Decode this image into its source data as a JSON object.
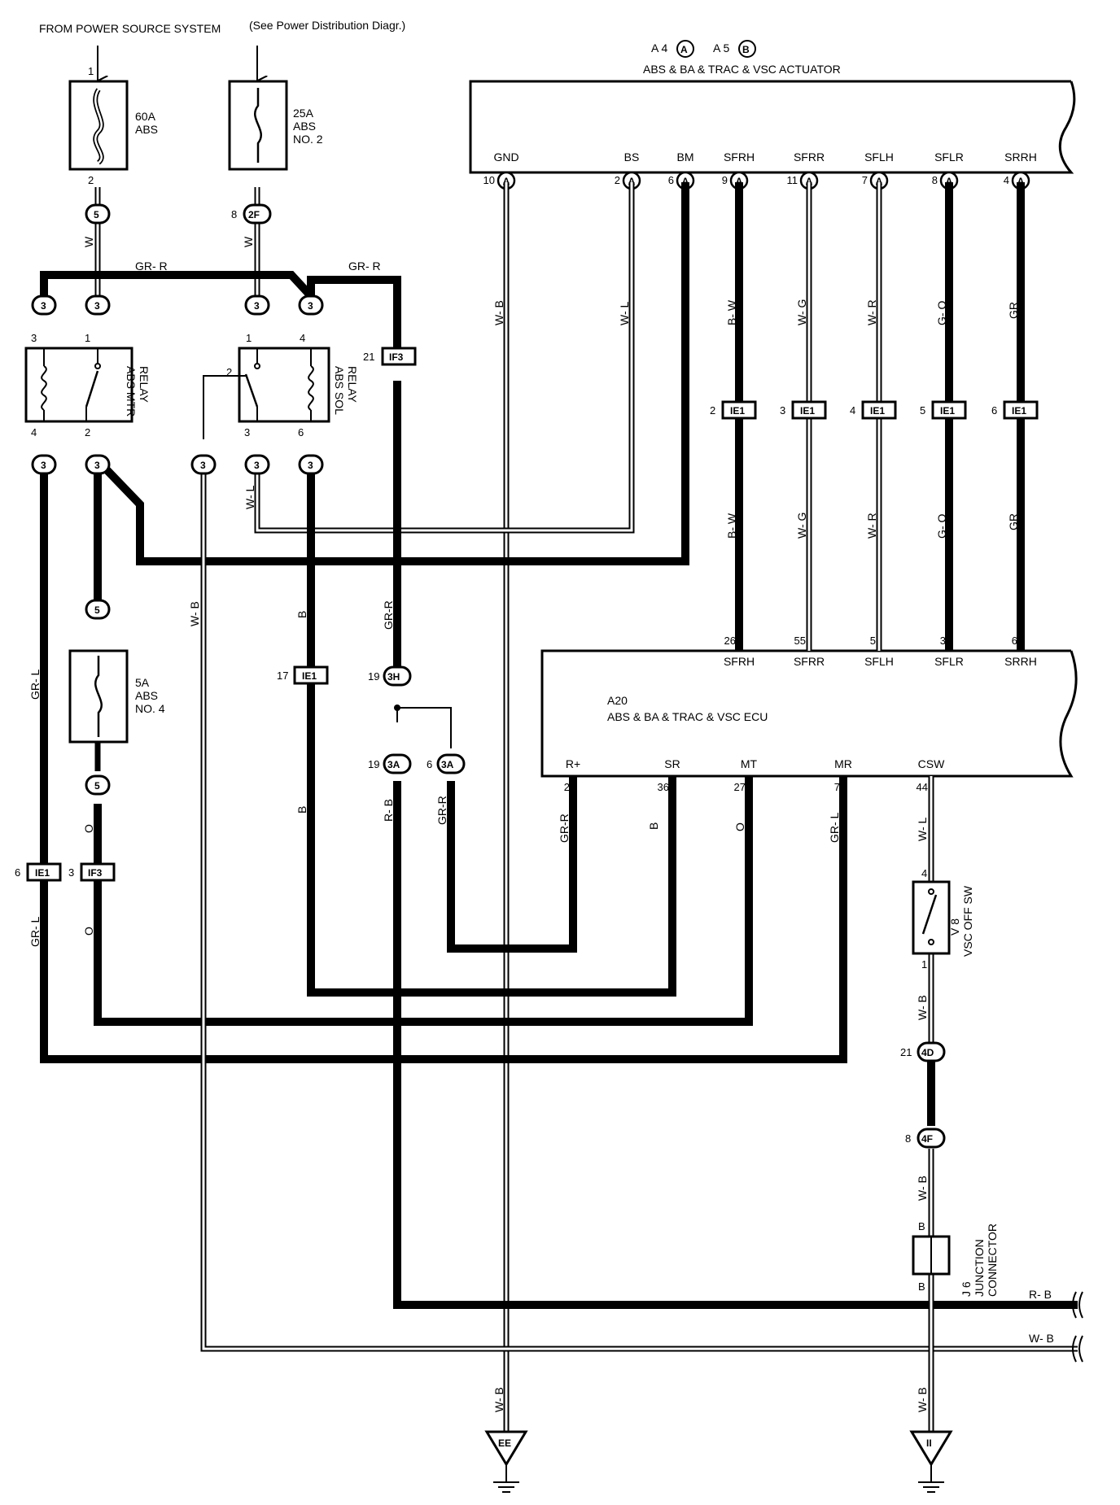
{
  "header": {
    "source": "FROM POWER SOURCE SYSTEM",
    "see": "(See Power Distribution Diagr.)"
  },
  "actuator": {
    "conn_a_label": "A 4",
    "conn_a": "A",
    "conn_b_label": "A 5",
    "conn_b": "B",
    "name": "ABS & BA & TRAC & VSC ACTUATOR",
    "pins": [
      {
        "name": "GND",
        "pin": "10"
      },
      {
        "name": "BS",
        "pin": "2"
      },
      {
        "name": "BM",
        "pin": "6"
      },
      {
        "name": "SFRH",
        "pin": "9"
      },
      {
        "name": "SFRR",
        "pin": "11"
      },
      {
        "name": "SFLH",
        "pin": "7"
      },
      {
        "name": "SFLR",
        "pin": "8"
      },
      {
        "name": "SRRH",
        "pin": "4"
      }
    ]
  },
  "ecu": {
    "id": "A20",
    "name": "ABS & BA & TRAC & VSC ECU",
    "top_pins": [
      {
        "name": "SFRH",
        "pin": "26"
      },
      {
        "name": "SFRR",
        "pin": "55"
      },
      {
        "name": "SFLH",
        "pin": "5"
      },
      {
        "name": "SFLR",
        "pin": "3"
      },
      {
        "name": "SRRH",
        "pin": "6"
      }
    ],
    "bottom_pins": [
      {
        "name": "R+",
        "pin": "2"
      },
      {
        "name": "SR",
        "pin": "36"
      },
      {
        "name": "MT",
        "pin": "27"
      },
      {
        "name": "MR",
        "pin": "7"
      },
      {
        "name": "CSW",
        "pin": "44"
      }
    ]
  },
  "fuses": [
    {
      "rating": "60A",
      "name": "ABS",
      "name2": ""
    },
    {
      "rating": "25A",
      "name": "ABS",
      "name2": "NO. 2"
    },
    {
      "rating": "5A",
      "name": "ABS",
      "name2": "NO. 4"
    }
  ],
  "relays": {
    "mtr": {
      "line1": "ABS MTR",
      "line2": "RELAY"
    },
    "sol": {
      "line1": "ABS SOL",
      "line2": "RELAY"
    }
  },
  "switch": {
    "id": "V 8",
    "name": "VSC OFF SW"
  },
  "junction": {
    "id": "J 6",
    "line1": "JUNCTION",
    "line2": "CONNECTOR",
    "pin": "B"
  },
  "grounds": [
    "EE",
    "II"
  ],
  "connectors": {
    "c5": "5",
    "c2F": "2F",
    "c3": "3",
    "cIF3": "IF3",
    "cIE1": "IE1",
    "c3H": "3H",
    "c3A": "3A",
    "c4D": "4D",
    "c4F": "4F"
  },
  "pin_numbers": {
    "p1": "1",
    "p2": "2",
    "p3": "3",
    "p4": "4",
    "p5": "5",
    "p6": "6",
    "p8": "8",
    "p17": "17",
    "p19": "19",
    "p21": "21"
  },
  "wires": {
    "W": "W",
    "GR_R": "GR- R",
    "GR_R2": "GR-R",
    "W_B": "W- B",
    "W_L": "W- L",
    "B_W": "B- W",
    "W_G": "W- G",
    "W_R": "W- R",
    "G_O": "G- O",
    "GR": "GR",
    "GR_L": "GR- L",
    "O": "O",
    "B": "B",
    "R_B": "R- B",
    "RB": "R- B",
    "WB": "W- B"
  }
}
